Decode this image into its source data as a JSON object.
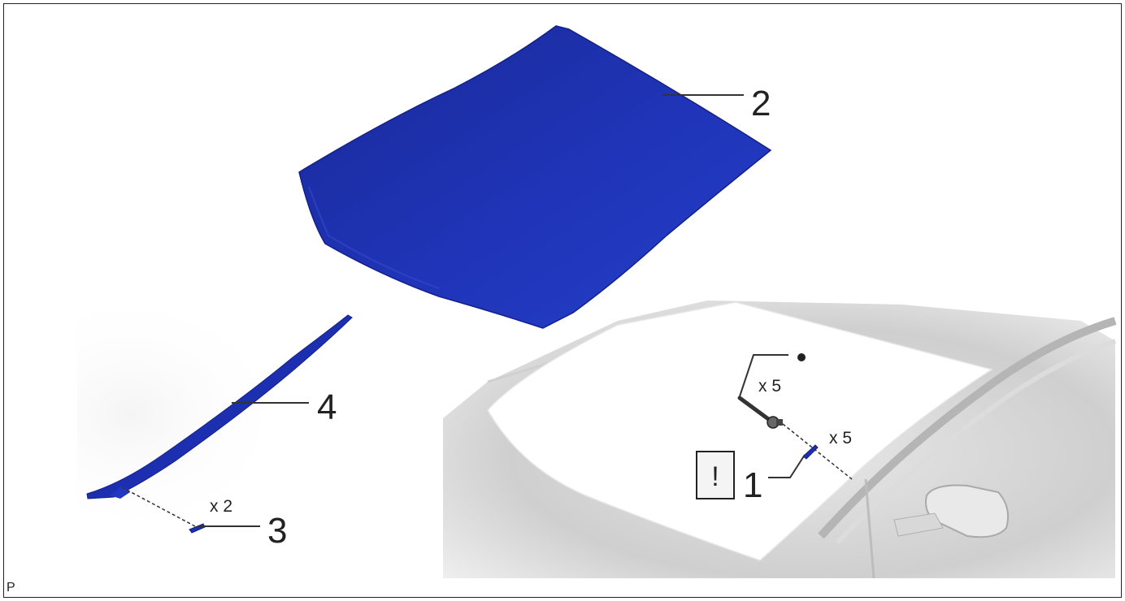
{
  "callouts": {
    "c1": "1",
    "c2": "2",
    "c3": "3",
    "c4": "4"
  },
  "quantities": {
    "q_clip_top": "x 5",
    "q_clip_right": "x 5",
    "q_clip_left": "x 2"
  },
  "warning_symbol": "!",
  "corner_code": "P",
  "colors": {
    "part_blue": "#1c2fb0",
    "part_blue_dark": "#14208a",
    "shading_gray": "#c9c9c9",
    "line": "#333333"
  }
}
